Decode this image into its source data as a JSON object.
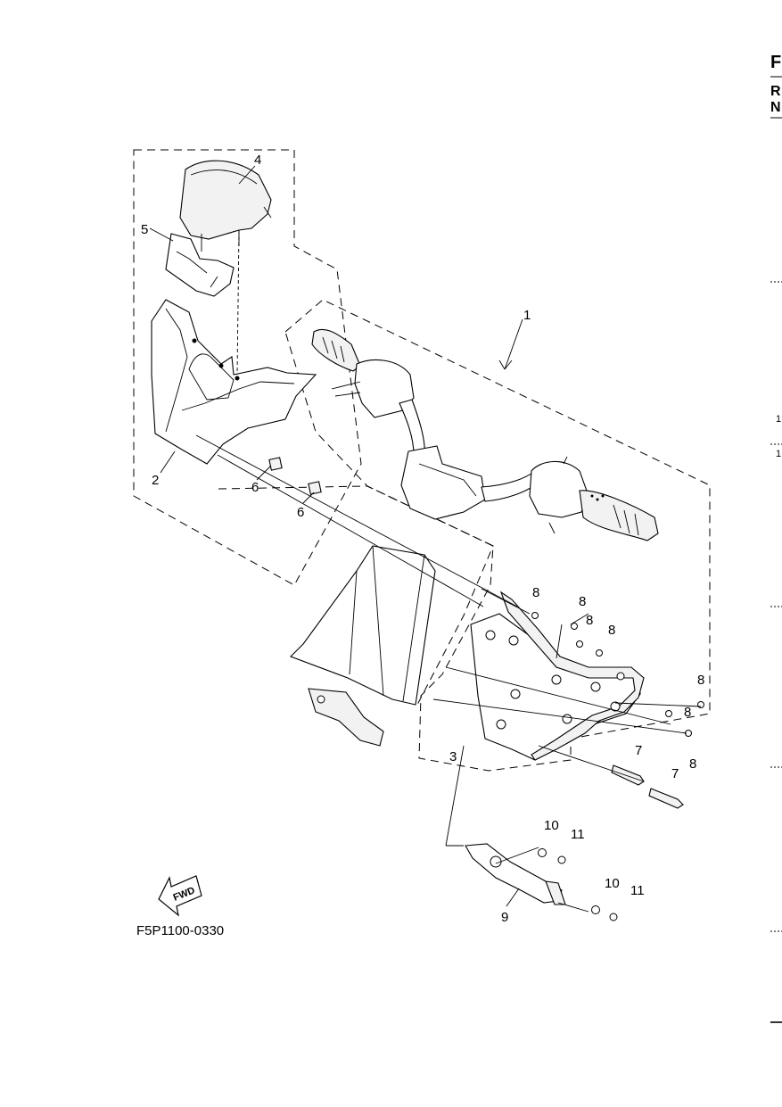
{
  "diagram": {
    "figure_code": "F5P1100-0330",
    "fwd_label": "FWD",
    "callouts": {
      "c1": "1",
      "c2": "2",
      "c3": "3",
      "c4": "4",
      "c5": "5",
      "c6a": "6",
      "c6b": "6",
      "c7a": "7",
      "c7b": "7",
      "c8a": "8",
      "c8b": "8",
      "c8c": "8",
      "c8d": "8",
      "c8e": "8",
      "c8f": "8",
      "c8g": "8",
      "c9": "9",
      "c10a": "10",
      "c10b": "10",
      "c11a": "11",
      "c11b": "11"
    }
  },
  "edge": {
    "letter_f": "F",
    "letter_r": "R",
    "letter_n": "N",
    "num_a": "1",
    "num_b": "1"
  }
}
